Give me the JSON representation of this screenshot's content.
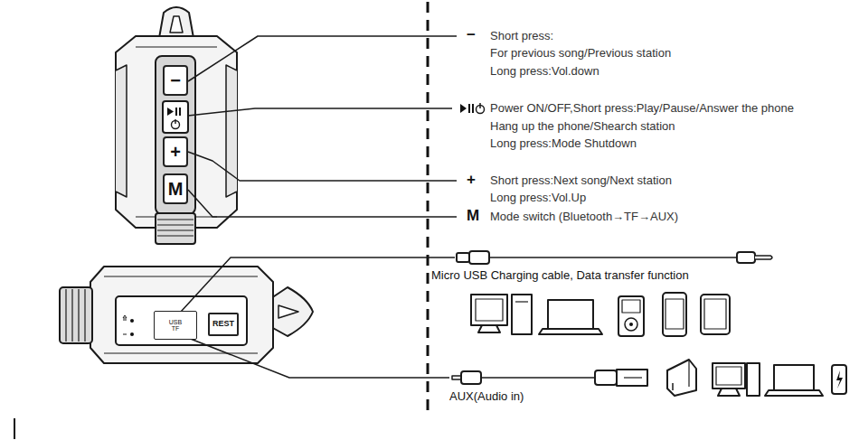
{
  "diagram": {
    "nodes": [
      {
        "text": [
          "−"
        ]
      },
      {
        "text": [
          "+"
        ]
      },
      {
        "text": [
          "M"
        ]
      },
      {
        "text": [
          "USB",
          "TF"
        ]
      },
      {
        "text": [
          "REST"
        ]
      }
    ],
    "labels": [
      "−",
      "Short press:",
      "For previous song/Previous station",
      "Long press:Vol.down",
      "Power ON/OFF,Short press:Play/Pause/Answer the phone",
      "Hang up the phone/Shearch station",
      "Long press:Mode Shutdown",
      "+",
      "Short press:Next song/Next station",
      "Long press:Vol.Up",
      "M",
      "Mode switch (Bluetooth→TF→AUX)",
      "Micro USB Charging cable, Data transfer function",
      "AUX(Audio in)"
    ]
  }
}
